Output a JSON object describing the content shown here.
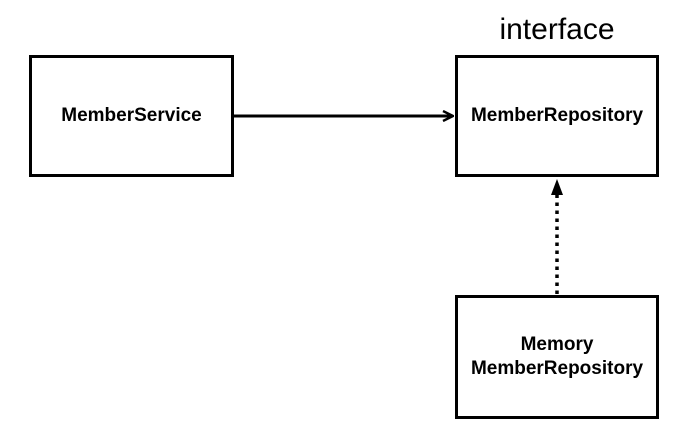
{
  "nodes": {
    "service": {
      "label": "MemberService"
    },
    "repository": {
      "label": "MemberRepository",
      "stereotype": "interface"
    },
    "memory": {
      "line1": "Memory",
      "line2": "MemberRepository"
    }
  },
  "edges": [
    {
      "from": "MemberService",
      "to": "MemberRepository",
      "style": "solid",
      "head": "open-arrow"
    },
    {
      "from": "Memory MemberRepository",
      "to": "MemberRepository",
      "style": "dotted",
      "head": "filled-arrow"
    }
  ],
  "colors": {
    "stroke": "#000000",
    "background": "#ffffff"
  }
}
